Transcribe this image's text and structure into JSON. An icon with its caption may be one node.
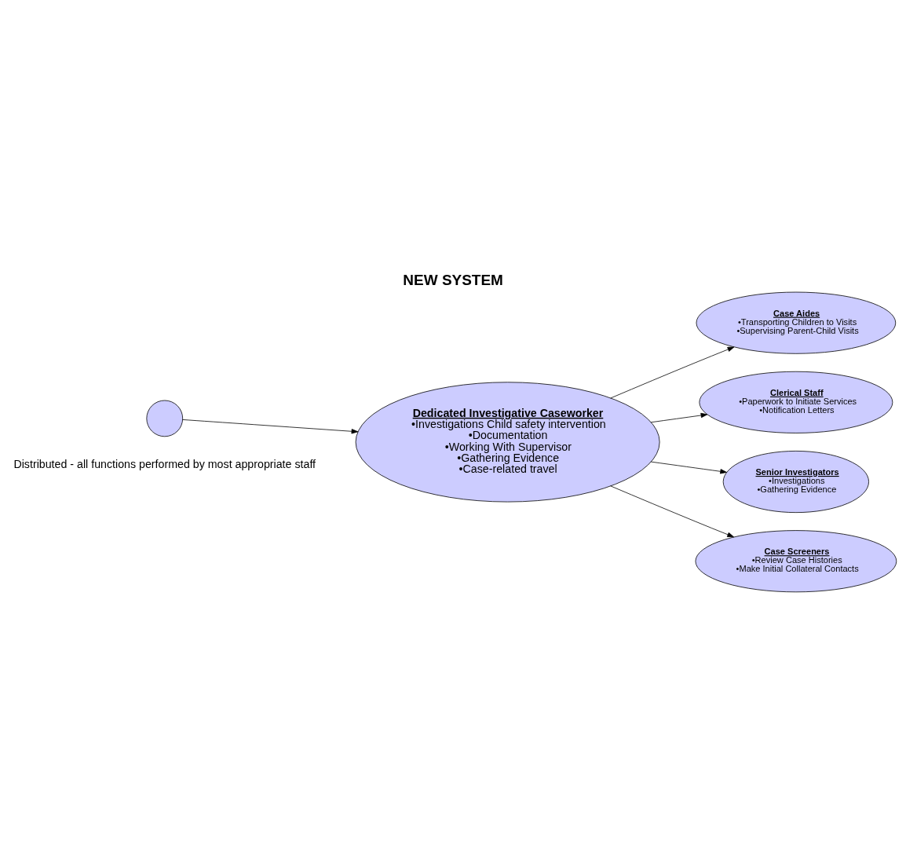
{
  "diagram": {
    "title": "NEW SYSTEM",
    "nodes": [
      {
        "text": [
          "Dedicated Investigative Caseworker",
          "•Investigations Child safety intervention",
          "•Documentation",
          "•Working With Supervisor",
          "•Gathering Evidence",
          "•Case-related travel"
        ]
      },
      {
        "text": [
          "Case Aides",
          "•Transporting Children to Visits",
          "•Supervising Parent-Child Visits"
        ]
      },
      {
        "text": [
          "Clerical Staff",
          "•Paperwork to Initiate Services",
          "•Notification Letters"
        ]
      },
      {
        "text": [
          "Senior Investigators",
          "•Investigations",
          "•Gathering Evidence"
        ]
      },
      {
        "text": [
          "Case Screeners",
          "•Review Case Histories",
          "•Make Initial Collateral Contacts"
        ]
      },
      {
        "text": [],
        "shape": "circle"
      }
    ],
    "edges": [
      {
        "from": 5,
        "to": 0,
        "arrow": "to"
      },
      {
        "from": 0,
        "to": 1,
        "arrow": "to"
      },
      {
        "from": 0,
        "to": 2,
        "arrow": "to"
      },
      {
        "from": 0,
        "to": 3,
        "arrow": "to"
      },
      {
        "from": 0,
        "to": 4,
        "arrow": "to"
      }
    ],
    "labels": [
      "Distributed - all functions performed by most appropriate staff"
    ]
  }
}
